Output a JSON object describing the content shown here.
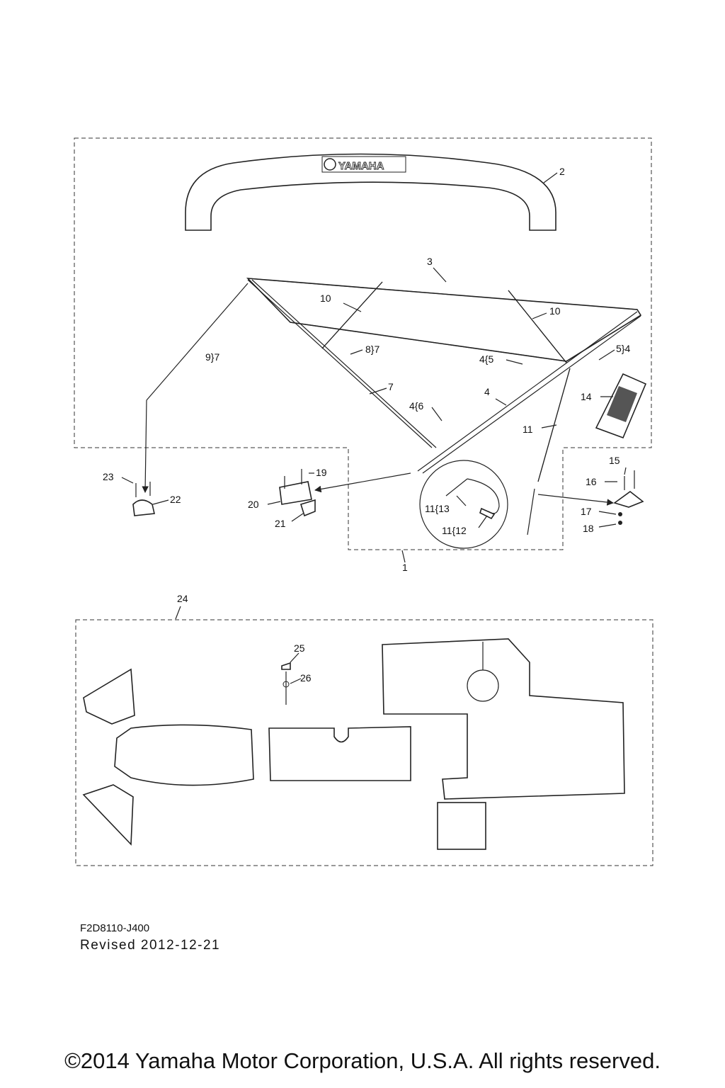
{
  "brand_mark": "YAMAHA",
  "callouts": [
    "2",
    "3",
    "10",
    "10",
    "9}7",
    "8}7",
    "4{5",
    "5}4",
    "7",
    "4",
    "4{6",
    "14",
    "11",
    "23",
    "19",
    "22",
    "20",
    "21",
    "11{13",
    "11{12",
    "15",
    "16",
    "17",
    "18",
    "1",
    "24",
    "25",
    "26"
  ],
  "footer": {
    "part_ref": "F2D8110-J400",
    "revised": "Revised 2012-12-21",
    "copyright": "©2014 Yamaha Motor Corporation, U.S.A. All rights reserved."
  }
}
